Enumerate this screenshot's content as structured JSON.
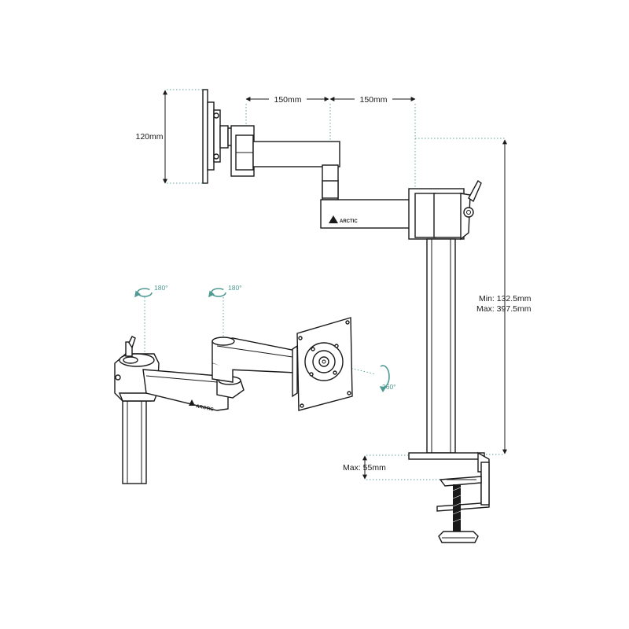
{
  "dimensions": {
    "reach_1": "150mm",
    "reach_2": "150mm",
    "vesa_height": "120mm",
    "pole_min": "Min: 132.5mm",
    "pole_max": "Max: 397.5mm",
    "clamp_max": "Max: 55mm"
  },
  "rotations": {
    "joint_1": "180°",
    "joint_2": "180°",
    "head": "360°"
  },
  "brand": {
    "top_arm": "ARCTIC",
    "bottom_arm": "ARCTIC"
  },
  "colors": {
    "line": "#1a1a1a",
    "accent": "#4f9a92"
  }
}
